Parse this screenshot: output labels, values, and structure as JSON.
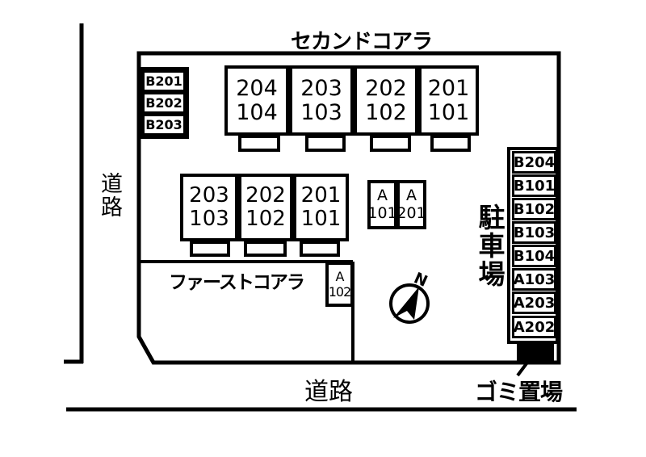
{
  "legend": {
    "top_building_name": "セカンドコアラ",
    "bottom_building_name": "ファーストコアラ",
    "road_left": "道路",
    "road_bottom": "道路",
    "parking_area": "駐車場",
    "garbage_area": "ゴミ置場",
    "compass_north": "N"
  },
  "second_koala_units": [
    {
      "upper": "204",
      "lower": "104"
    },
    {
      "upper": "203",
      "lower": "103"
    },
    {
      "upper": "202",
      "lower": "102"
    },
    {
      "upper": "201",
      "lower": "101"
    }
  ],
  "first_koala_units": [
    {
      "upper": "203",
      "lower": "103"
    },
    {
      "upper": "202",
      "lower": "102"
    },
    {
      "upper": "201",
      "lower": "101"
    }
  ],
  "left_parking_spaces": [
    "B201",
    "B202",
    "B203"
  ],
  "right_parking_spaces": [
    "B204",
    "B101",
    "B102",
    "B103",
    "B104",
    "A103",
    "A203",
    "A202"
  ],
  "entrance_boxes": {
    "a101": {
      "upper": "A",
      "lower": "101"
    },
    "a201": {
      "upper": "A",
      "lower": "201"
    },
    "a102": {
      "upper": "A",
      "lower": "102"
    }
  },
  "colors": {
    "line": "#000000",
    "background": "#ffffff",
    "garbage_fill": "#000000"
  }
}
